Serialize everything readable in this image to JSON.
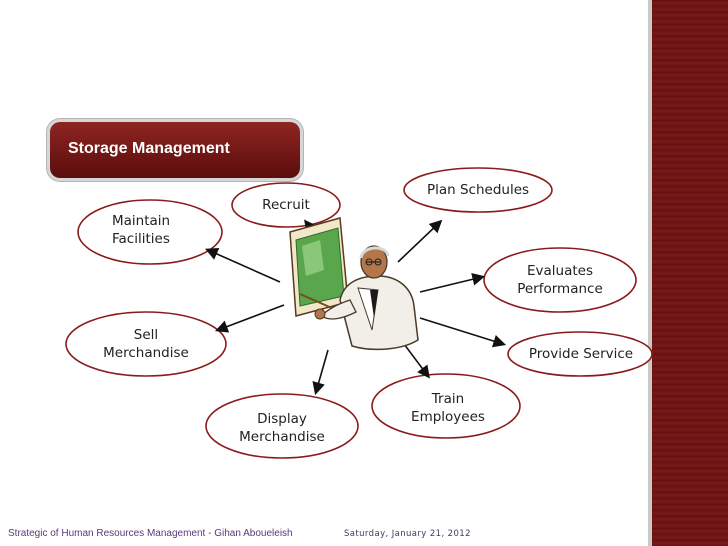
{
  "title": "Storage Management",
  "nodes": {
    "recruit": "Recruit",
    "plan_schedules": "Plan Schedules",
    "maintain_facilities": "Maintain\nFacilities",
    "evaluates_performance": "Evaluates\nPerformance",
    "sell_merchandise": "Sell\nMerchandise",
    "provide_service": "Provide Service",
    "display_merchandise": "Display\nMerchandise",
    "train_employees": "Train\nEmployees"
  },
  "footer": {
    "left": "Strategic of Human Resources Management - Gihan Aboueleish",
    "right": "Saturday, January 21, 2012"
  },
  "colors": {
    "accent": "#7a1a18",
    "node_border": "#8b1a1a",
    "board": "#5aa64c"
  },
  "icons": {
    "center": "presenter-clipart-icon"
  }
}
